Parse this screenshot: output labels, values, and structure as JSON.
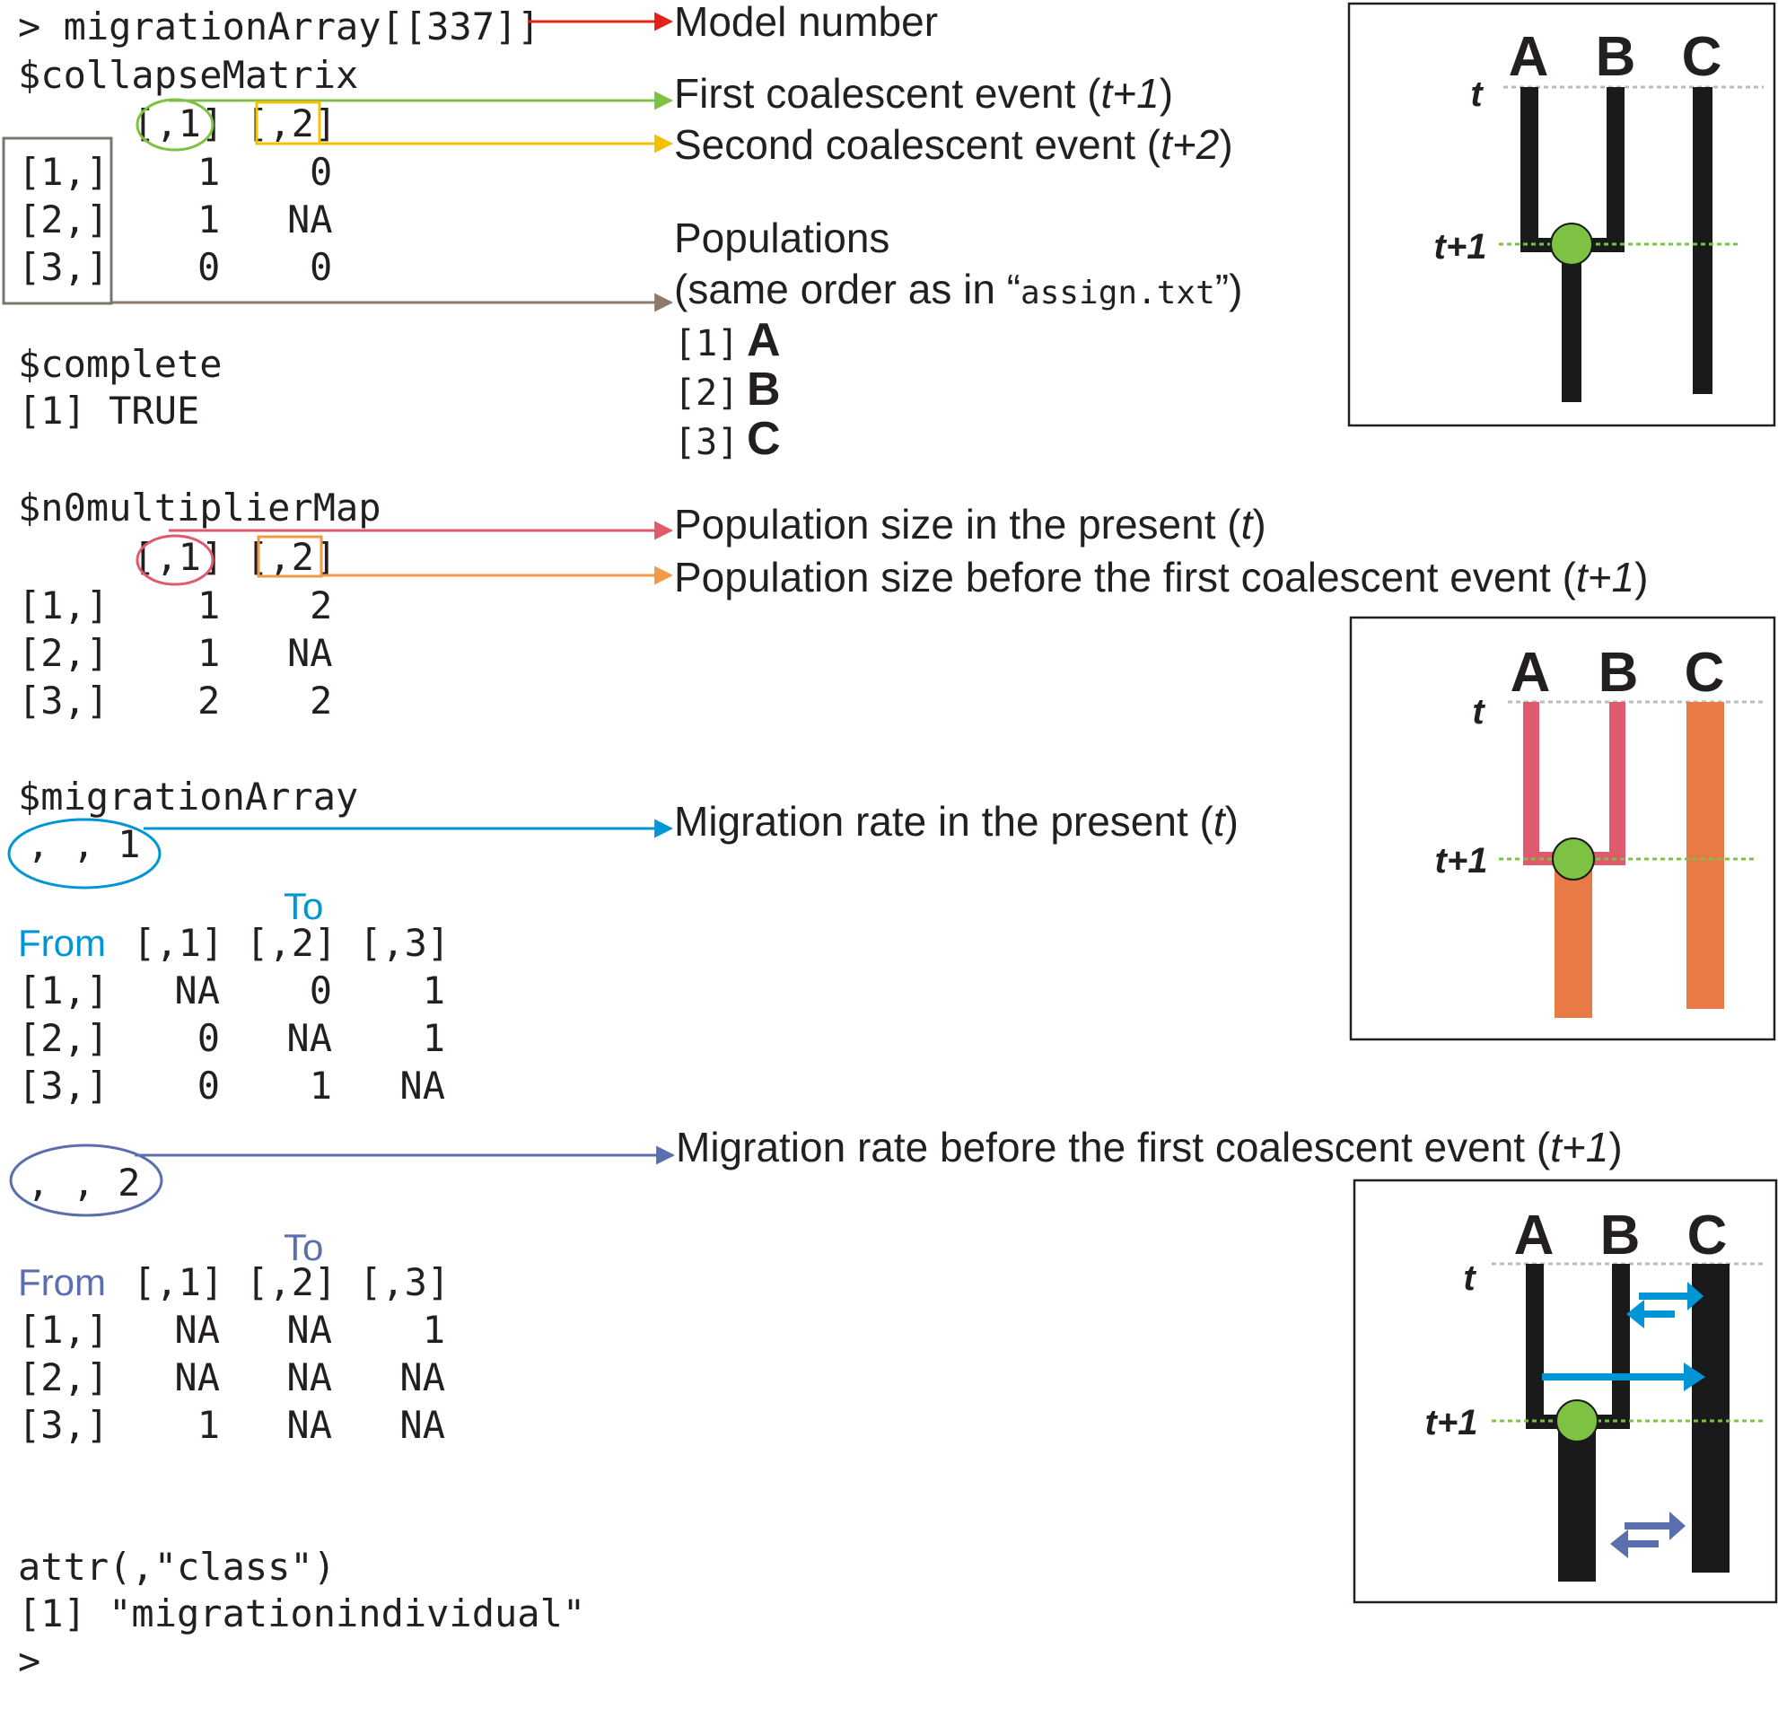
{
  "console": {
    "prompt_line": "> migrationArray[[337]]",
    "collapse": {
      "header": "$collapseMatrix",
      "col1": "[,1]",
      "col2": "[,2]",
      "rows": [
        {
          "idx": "[1,]",
          "c1": "1",
          "c2": "0"
        },
        {
          "idx": "[2,]",
          "c1": "1",
          "c2": "NA"
        },
        {
          "idx": "[3,]",
          "c1": "0",
          "c2": "0"
        }
      ]
    },
    "complete": {
      "header": "$complete",
      "value": "[1] TRUE"
    },
    "n0": {
      "header": "$n0multiplierMap",
      "col1": "[,1]",
      "col2": "[,2]",
      "rows": [
        {
          "idx": "[1,]",
          "c1": "1",
          "c2": "2"
        },
        {
          "idx": "[2,]",
          "c1": "1",
          "c2": "NA"
        },
        {
          "idx": "[3,]",
          "c1": "2",
          "c2": "2"
        }
      ]
    },
    "migration": {
      "header": "$migrationArray",
      "slice1": {
        "label": ", , 1",
        "to": "To",
        "from": "From",
        "cols": [
          "[,1]",
          "[,2]",
          "[,3]"
        ],
        "rows": [
          {
            "idx": "[1,]",
            "v": [
              "NA",
              "0",
              "1"
            ]
          },
          {
            "idx": "[2,]",
            "v": [
              "0",
              "NA",
              "1"
            ]
          },
          {
            "idx": "[3,]",
            "v": [
              "0",
              "1",
              "NA"
            ]
          }
        ]
      },
      "slice2": {
        "label": ", , 2",
        "to": "To",
        "from": "From",
        "cols": [
          "[,1]",
          "[,2]",
          "[,3]"
        ],
        "rows": [
          {
            "idx": "[1,]",
            "v": [
              "NA",
              "NA",
              "1"
            ]
          },
          {
            "idx": "[2,]",
            "v": [
              "NA",
              "NA",
              "NA"
            ]
          },
          {
            "idx": "[3,]",
            "v": [
              "1",
              "NA",
              "NA"
            ]
          }
        ]
      }
    },
    "attr": {
      "line": "attr(,\"class\")",
      "value": "[1] \"migrationindividual\""
    },
    "end_prompt": ">"
  },
  "annotations": {
    "model_number": "Model number",
    "first_event_pre": "First coalescent event (",
    "first_event_t": "t+1",
    "first_event_post": ")",
    "second_event_pre": "Second coalescent event (",
    "second_event_t": "t+2",
    "second_event_post": ")",
    "populations": "Populations",
    "order_pre": "(same order as in “",
    "order_file": "assign.txt",
    "order_post": "”)",
    "pop_list": [
      {
        "idx": "[1]",
        "name": "A"
      },
      {
        "idx": "[2]",
        "name": "B"
      },
      {
        "idx": "[3]",
        "name": "C"
      }
    ],
    "pop_size_present_pre": "Population size in the present (",
    "pop_size_present_t": "t",
    "pop_size_present_post": ")",
    "pop_size_before_pre": "Population size before the first coalescent event (",
    "pop_size_before_t": "t+1",
    "pop_size_before_post": ")",
    "mig_present_pre": "Migration rate in the present (",
    "mig_present_t": "t",
    "mig_present_post": ")",
    "mig_before_pre": "Migration rate before the first coalescent event (",
    "mig_before_t": "t+1",
    "mig_before_post": ")"
  },
  "trees": {
    "pop_labels": [
      "A",
      "B",
      "C"
    ],
    "t_label": "t",
    "t1_label": "t+1"
  },
  "colors": {
    "text": "#231f20",
    "red_arrow": "#e2231a",
    "green": "#7dc242",
    "yellow": "#f5c000",
    "gray_brown": "#8c7b6b",
    "box_gray": "#77786b",
    "pink": "#e05a6e",
    "orange": "#f09a4a",
    "blue": "#0096d6",
    "slate_blue": "#5b6fae",
    "tree_black": "#1a1a1a",
    "tree_pink": "#e05a6e",
    "tree_orange": "#e87b45",
    "node_green": "#7dc242"
  }
}
